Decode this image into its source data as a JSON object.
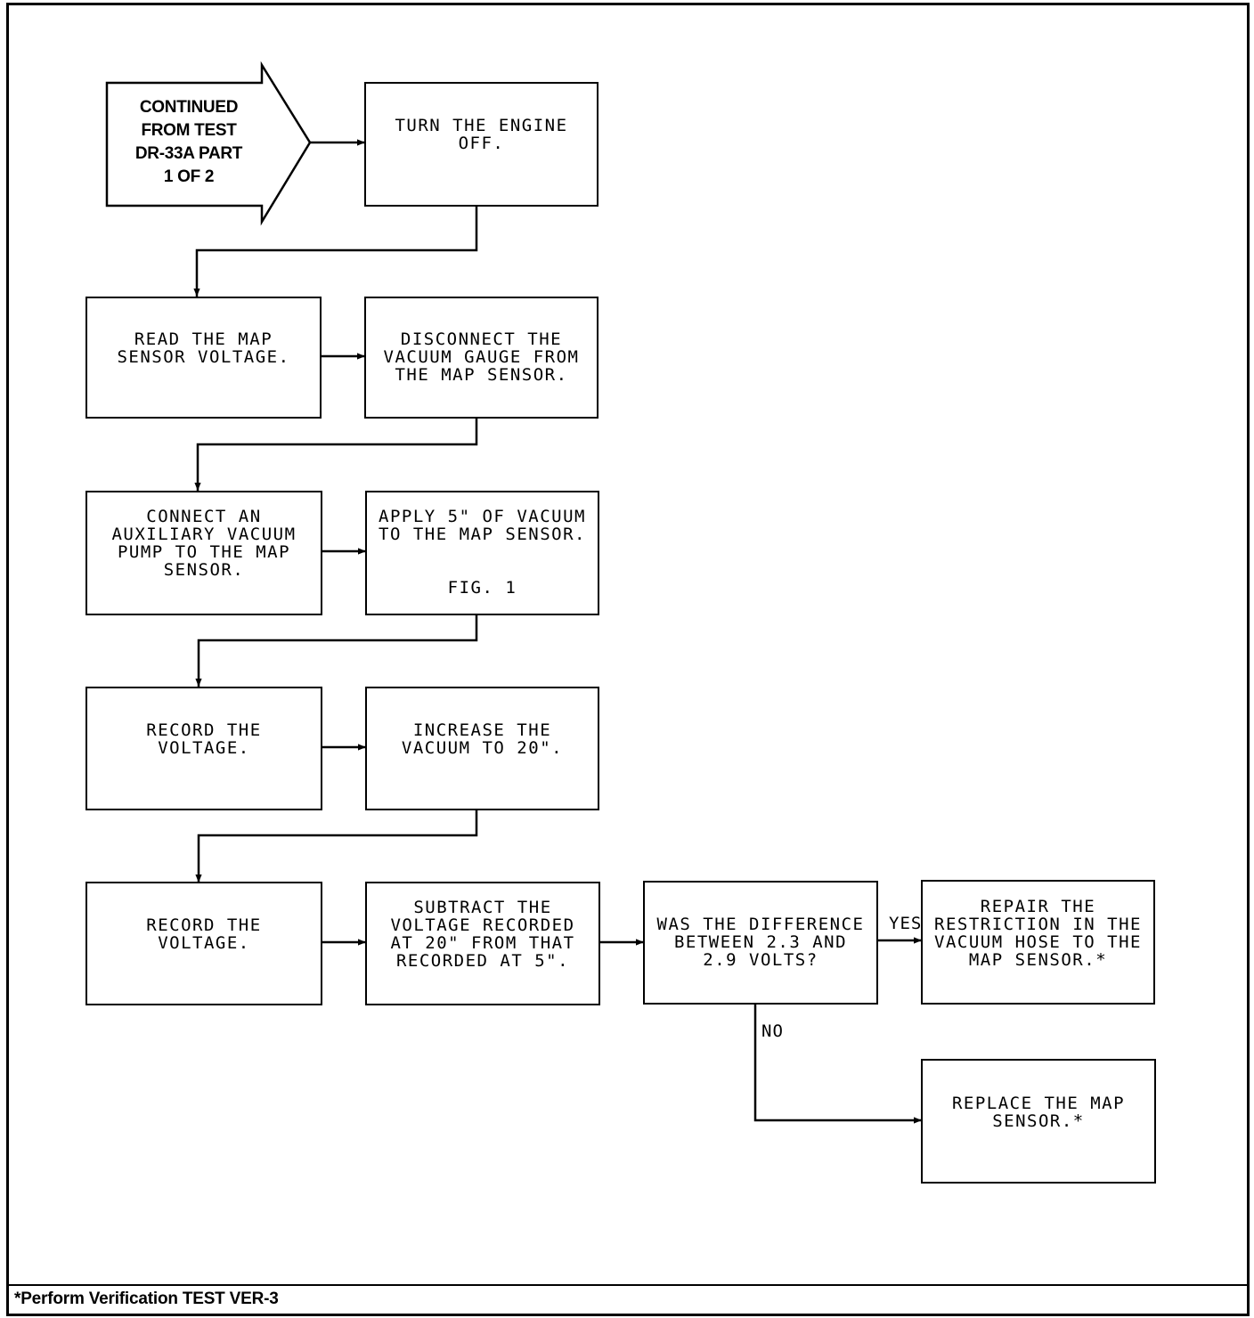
{
  "start": {
    "text": "CONTINUED\nFROM TEST\nDR-33A PART\n1 OF 2"
  },
  "steps": {
    "turn_engine_off": "TURN THE ENGINE\nOFF.",
    "read_map_voltage": "READ THE MAP\nSENSOR VOLTAGE.",
    "disconnect_gauge": "DISCONNECT THE\nVACUUM GAUGE FROM\nTHE MAP SENSOR.",
    "connect_pump": "CONNECT AN\nAUXILIARY VACUUM\nPUMP TO THE MAP\nSENSOR.",
    "apply_vacuum": "APPLY 5\" OF VACUUM\nTO THE MAP SENSOR.",
    "apply_vacuum_fig": "FIG. 1",
    "record_voltage_1": "RECORD THE\nVOLTAGE.",
    "increase_vacuum": "INCREASE THE\nVACUUM TO 20\".",
    "record_voltage_2": "RECORD THE\nVOLTAGE.",
    "subtract_voltage": "SUBTRACT THE\nVOLTAGE RECORDED\nAT 20\" FROM THAT\nRECORDED AT 5\".",
    "decision": "WAS THE DIFFERENCE\nBETWEEN 2.3 AND\n2.9 VOLTS?",
    "repair_restriction": "REPAIR THE\nRESTRICTION IN THE\nVACUUM HOSE TO THE\nMAP SENSOR.*",
    "replace_sensor": "REPLACE THE MAP\nSENSOR.*"
  },
  "branch_labels": {
    "yes": "YES",
    "no": "NO"
  },
  "footnote": "*Perform Verification TEST VER-3"
}
